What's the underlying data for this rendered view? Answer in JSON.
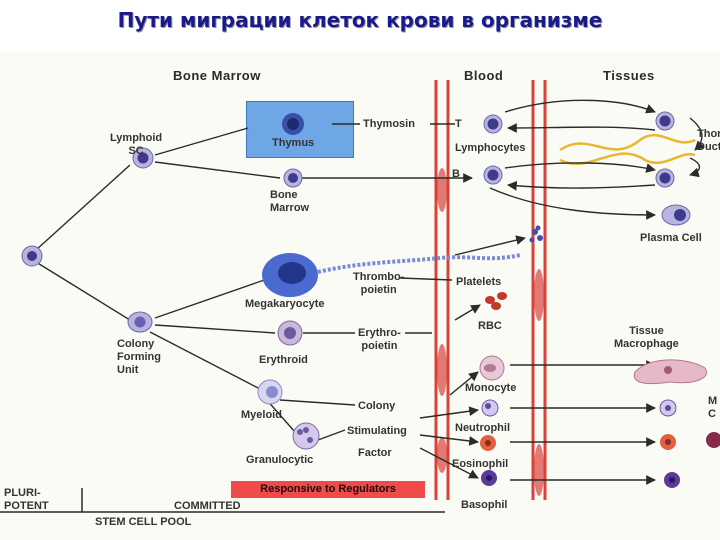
{
  "title": "Пути миграции клеток крови в организме",
  "headers": {
    "bone_marrow": "Bone Marrow",
    "blood": "Blood",
    "tissues": "Tissues"
  },
  "labels": {
    "lymphoid_sc": "Lymphoid\nSC",
    "thymus": "Thymus",
    "thymosin": "Thymosin",
    "t": "T",
    "b": "B",
    "lymphocytes": "Lymphocytes",
    "bone_marrow_cell": "Bone\nMarrow",
    "thoracic_duct": "Thor\nDuct",
    "plasma_cell": "Plasma Cell",
    "megakaryocyte": "Megakaryocyte",
    "thrombopoietin": "Thrombo-\npoietin",
    "platelets": "Platelets",
    "rbc": "RBC",
    "cfu": "Colony\nForming\nUnit",
    "erythroid": "Erythroid",
    "erythropoietin": "Erythro-\npoietin",
    "tissue_macrophage": "Tissue\nMacrophage",
    "myeloid": "Myeloid",
    "monocyte": "Monocyte",
    "colony": "Colony",
    "stimulating": "Stimulating",
    "factor": "Factor",
    "neutrophil": "Neutrophil",
    "eosinophil": "Eosinophil",
    "basophil": "Basophil",
    "granulocytic": "Granulocytic",
    "right_edge": "M\nC",
    "pluripotent": "PLURI-\nPOTENT",
    "committed": "COMMITTED",
    "stem_cell_pool": "STEM CELL POOL",
    "responsive": "Responsive to Regulators"
  },
  "colors": {
    "line": "#2b2b2b",
    "vessel": "#d9423a",
    "cell_fill": "#b7b4e0",
    "nucleus": "#3e3a8c",
    "thymus": "#6ea6e6",
    "red_cell": "#c0392b",
    "regulator_box": "#f04a4a",
    "duct": "#e8b830"
  }
}
